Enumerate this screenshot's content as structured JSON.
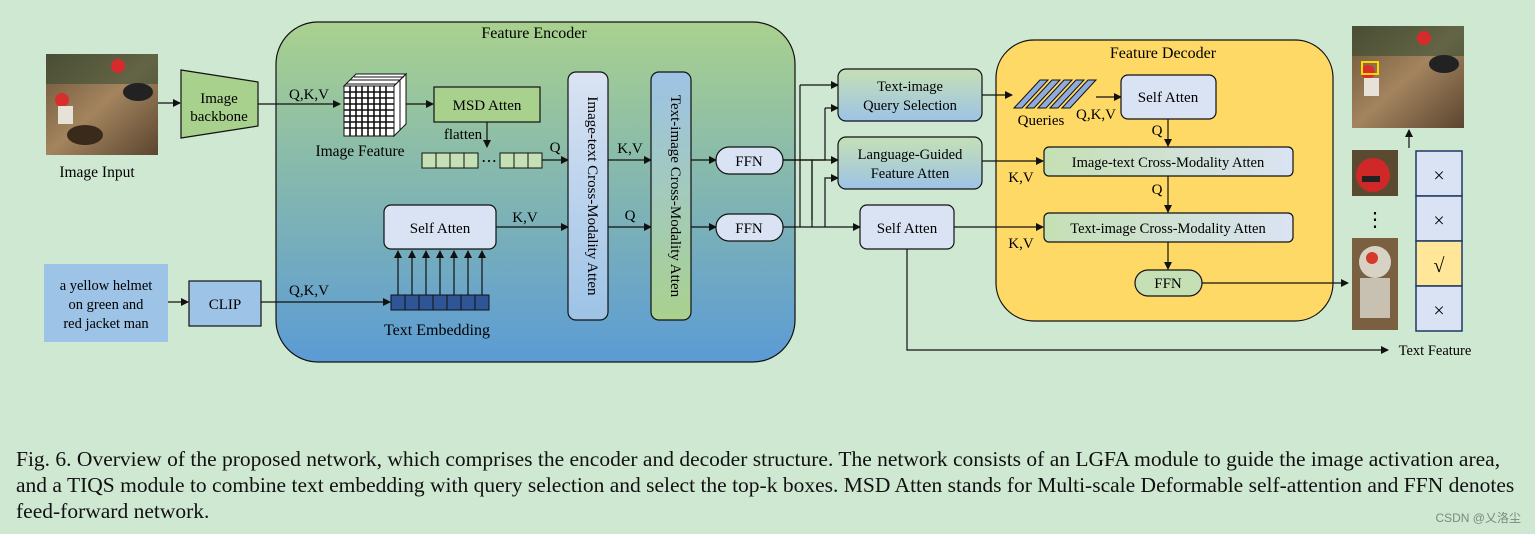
{
  "labels": {
    "image_input": "Image Input",
    "image_backbone_1": "Image",
    "image_backbone_2": "backbone",
    "qkv1": "Q,K,V",
    "image_feature": "Image Feature",
    "msd_atten": "MSD Atten",
    "flatten": "flatten",
    "q_flat": "Q",
    "feature_encoder": "Feature Encoder",
    "self_atten_enc": "Self Atten",
    "kv_enc": "K,V",
    "q_enc": "Q",
    "kv_enc2": "K,V",
    "it_cross_vertical": "Image-text Cross-Modality Atten",
    "ti_cross_vertical": "Text-image Cross-Modality Atten",
    "ffn1": "FFN",
    "ffn2": "FFN",
    "text_input_1": "a yellow helmet",
    "text_input_2": "on green and",
    "text_input_3": "red jacket man",
    "clip": "CLIP",
    "qkv2": "Q,K,V",
    "text_embedding": "Text Embedding",
    "tiqs_1": "Text-image",
    "tiqs_2": "Query Selection",
    "lgfa_1": "Language-Guided",
    "lgfa_2": "Feature Atten",
    "self_atten_mid": "Self Atten",
    "feature_decoder": "Feature Decoder",
    "queries": "Queries",
    "qkv_dec": "Q,K,V",
    "self_atten_dec": "Self Atten",
    "q_dec1": "Q",
    "kv_dec1": "K,V",
    "it_cross_dec": "Image-text Cross-Modality Atten",
    "q_dec2": "Q",
    "kv_dec2": "K,V",
    "ti_cross_dec": "Text-image Cross-Modality Atten",
    "ffn_dec": "FFN",
    "text_feature": "Text Feature",
    "dots_vertical": "⋮",
    "dots_flat": "⋯",
    "results": [
      "×",
      "×",
      "√",
      "×"
    ]
  },
  "caption": "Fig. 6.  Overview of the proposed network, which comprises the encoder and decoder structure. The network consists of an LGFA module to guide the image activation area, and a TIQS module to combine text embedding with query selection and select the top-k boxes. MSD Atten stands for Multi-scale Deformable self-attention and FFN denotes feed-forward network.",
  "watermark": "CSDN @乂洛尘",
  "colors": {
    "background": "#cfe8d2",
    "encoder_top": "#a8d08d",
    "encoder_bottom": "#5b9bd5",
    "decoder_fill": "#ffd966",
    "box_blue": "#dae3f3",
    "box_green": "#c5e0b4",
    "highlight": "#ffe699"
  }
}
